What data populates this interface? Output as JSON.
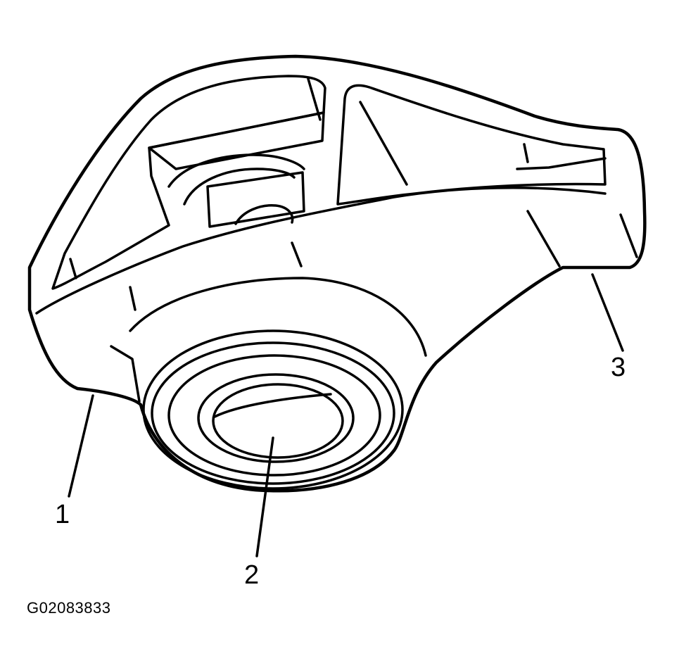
{
  "figure": {
    "callouts": [
      {
        "label": "1",
        "part": "rocker arm body"
      },
      {
        "label": "2",
        "part": "pivot bore"
      },
      {
        "label": "3",
        "part": "valve stem tip"
      }
    ],
    "figure_id": "G02083833"
  },
  "colors": {
    "ink": "#000000",
    "background": "#ffffff"
  }
}
